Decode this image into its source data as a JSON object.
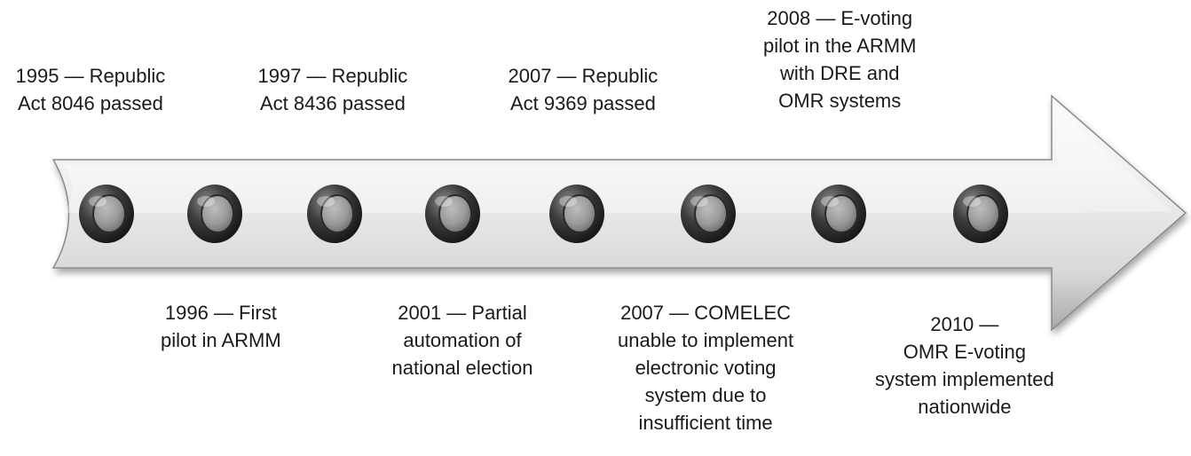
{
  "timeline": {
    "events": [
      {
        "id": "e1995",
        "lines": [
          "1995 — Republic",
          "Act 8046 passed"
        ]
      },
      {
        "id": "e1996",
        "lines": [
          "1996 — First",
          "pilot in ARMM"
        ]
      },
      {
        "id": "e1997",
        "lines": [
          "1997 — Republic",
          "Act 8436 passed"
        ]
      },
      {
        "id": "e2001",
        "lines": [
          "2001 — Partial",
          "automation of",
          "national election"
        ]
      },
      {
        "id": "e2007a",
        "lines": [
          "2007 — Republic",
          "Act 9369 passed"
        ]
      },
      {
        "id": "e2007b",
        "lines": [
          "2007 — COMELEC",
          "unable to implement",
          "electronic voting",
          "system due to",
          "insufficient time"
        ]
      },
      {
        "id": "e2008",
        "lines": [
          "2008 — E-voting",
          "pilot in the ARMM",
          "with DRE and",
          "OMR systems"
        ]
      },
      {
        "id": "e2010",
        "lines": [
          "2010 —",
          "OMR E-voting",
          "system implemented",
          "nationwide"
        ]
      }
    ]
  },
  "colors": {
    "arrow_light": "#f4f4f4",
    "arrow_mid": "#d6d6d6",
    "arrow_edge": "#7a7a7a",
    "button_dark": "#2b2b2b",
    "button_face": "#9a9a9a",
    "text": "#1a1a1a"
  }
}
